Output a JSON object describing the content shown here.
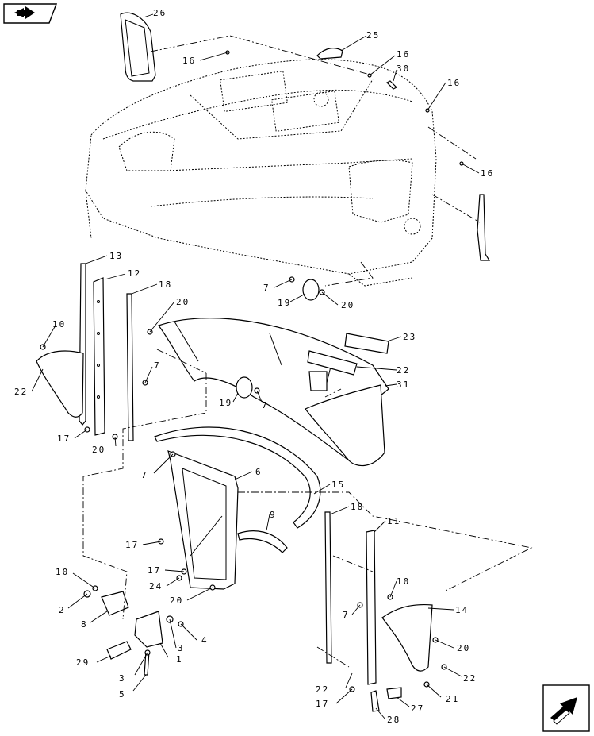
{
  "navigation": {
    "back_icon": "back-arrow-icon",
    "next_icon": "next-arrow-icon"
  },
  "callouts": [
    {
      "id": "c26",
      "text": "26"
    },
    {
      "id": "c25",
      "text": "25"
    },
    {
      "id": "c16a",
      "text": "16"
    },
    {
      "id": "c16b",
      "text": "16"
    },
    {
      "id": "c30",
      "text": "30"
    },
    {
      "id": "c16c",
      "text": "16"
    },
    {
      "id": "c16d",
      "text": "16"
    },
    {
      "id": "c13",
      "text": "13"
    },
    {
      "id": "c12",
      "text": "12"
    },
    {
      "id": "c18a",
      "text": "18"
    },
    {
      "id": "c7a",
      "text": "7"
    },
    {
      "id": "c19a",
      "text": "19"
    },
    {
      "id": "c20a",
      "text": "20"
    },
    {
      "id": "c20b",
      "text": "20"
    },
    {
      "id": "c10a",
      "text": "10"
    },
    {
      "id": "c22a",
      "text": "22"
    },
    {
      "id": "c7b",
      "text": "7"
    },
    {
      "id": "c23",
      "text": "23"
    },
    {
      "id": "c22b",
      "text": "22"
    },
    {
      "id": "c31",
      "text": "31"
    },
    {
      "id": "c19b",
      "text": "19"
    },
    {
      "id": "c7c",
      "text": "7"
    },
    {
      "id": "c17a",
      "text": "17"
    },
    {
      "id": "c20c",
      "text": "20"
    },
    {
      "id": "c7d",
      "text": "7"
    },
    {
      "id": "c6",
      "text": "6"
    },
    {
      "id": "c15",
      "text": "15"
    },
    {
      "id": "c18b",
      "text": "18"
    },
    {
      "id": "c9",
      "text": "9"
    },
    {
      "id": "c11",
      "text": "11"
    },
    {
      "id": "c17b",
      "text": "17"
    },
    {
      "id": "c10b",
      "text": "10"
    },
    {
      "id": "c17c",
      "text": "17"
    },
    {
      "id": "c24",
      "text": "24"
    },
    {
      "id": "c20d",
      "text": "20"
    },
    {
      "id": "c10c",
      "text": "10"
    },
    {
      "id": "c2",
      "text": "2"
    },
    {
      "id": "c8",
      "text": "8"
    },
    {
      "id": "c7e",
      "text": "7"
    },
    {
      "id": "c14",
      "text": "14"
    },
    {
      "id": "c3a",
      "text": "3"
    },
    {
      "id": "c4",
      "text": "4"
    },
    {
      "id": "c20e",
      "text": "20"
    },
    {
      "id": "c29",
      "text": "29"
    },
    {
      "id": "c1",
      "text": "1"
    },
    {
      "id": "c22c",
      "text": "22"
    },
    {
      "id": "c3b",
      "text": "3"
    },
    {
      "id": "c5",
      "text": "5"
    },
    {
      "id": "c22d",
      "text": "22"
    },
    {
      "id": "c21",
      "text": "21"
    },
    {
      "id": "c17d",
      "text": "17"
    },
    {
      "id": "c27",
      "text": "27"
    },
    {
      "id": "c28",
      "text": "28"
    }
  ]
}
